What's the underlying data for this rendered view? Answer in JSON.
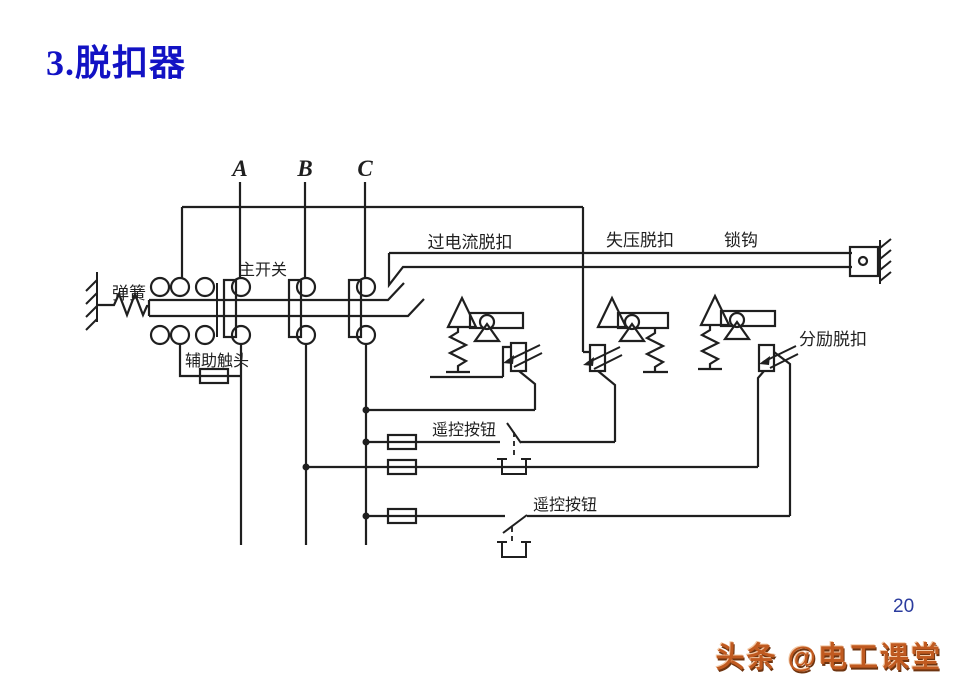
{
  "slide": {
    "title": "3.脱扣器",
    "page_number": "20",
    "watermark": "头条 @电工课堂"
  },
  "diagram": {
    "phases": {
      "a": "A",
      "b": "B",
      "c": "C"
    },
    "labels": {
      "spring": "弹簧",
      "main_switch": "主开关",
      "aux_contact": "辅助触头",
      "overcurrent_trip": "过电流脱扣",
      "undervoltage_trip": "失压脱扣",
      "latch_hook": "锁钩",
      "shunt_trip": "分励脱扣",
      "remote_button_top": "遥控按钮",
      "remote_button_bottom": "遥控按钮"
    },
    "colors": {
      "line": "#1f1f1f",
      "title": "#1212c4",
      "page_number": "#2b3c9e",
      "watermark": "#c05a20"
    }
  }
}
